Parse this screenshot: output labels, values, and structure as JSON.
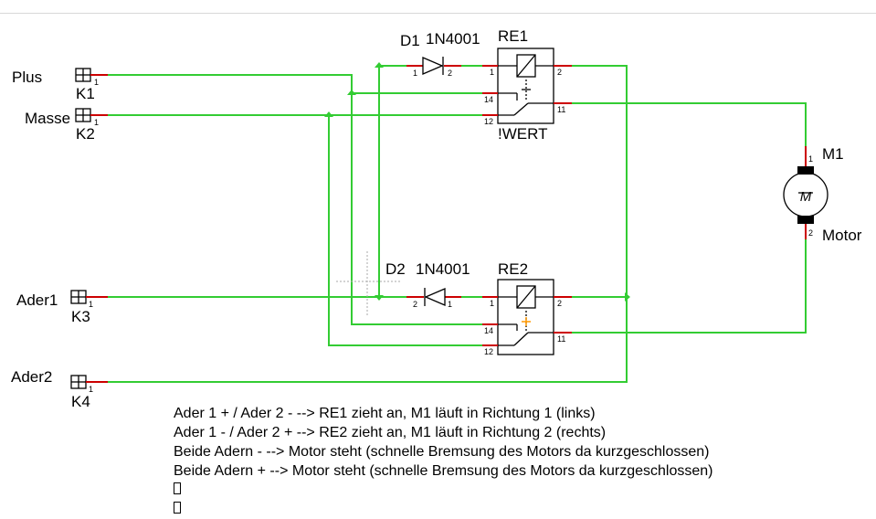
{
  "terminals": [
    {
      "name": "Plus",
      "ref": "K1",
      "pin": "1"
    },
    {
      "name": "Masse",
      "ref": "K2",
      "pin": "1"
    },
    {
      "name": "Ader1",
      "ref": "K3",
      "pin": "1"
    },
    {
      "name": "Ader2",
      "ref": "K4",
      "pin": "1"
    }
  ],
  "diodes": [
    {
      "ref": "D1",
      "type": "1N4001",
      "pin_a": "1",
      "pin_b": "2"
    },
    {
      "ref": "D2",
      "type": "1N4001",
      "pin_a": "2",
      "pin_b": "1"
    }
  ],
  "relays": [
    {
      "ref": "RE1",
      "value": "!WERT",
      "pins": [
        "1",
        "2",
        "14",
        "12",
        "11"
      ]
    },
    {
      "ref": "RE2",
      "value": "",
      "pins": [
        "1",
        "2",
        "14",
        "12",
        "11"
      ]
    }
  ],
  "motor": {
    "ref": "M1",
    "name": "Motor",
    "symbol": "M",
    "pin_top": "1",
    "pin_bottom": "2"
  },
  "notes": [
    "Ader 1  + / Ader 2 - --> RE1 zieht an, M1 läuft in Richtung 1 (links)",
    "Ader 1  - / Ader 2 + --> RE2 zieht an, M1 läuft in Richtung 2 (rechts)",
    "Beide Adern  -  --> Motor steht (schnelle Bremsung des Motors da kurzgeschlossen)",
    "Beide Adern + --> Motor steht (schnelle Bremsung des Motors da kurzgeschlossen)"
  ],
  "colors": {
    "wire": "#33cc33",
    "pin_stub": "#cc0000",
    "motor_terminal": "#000000"
  }
}
